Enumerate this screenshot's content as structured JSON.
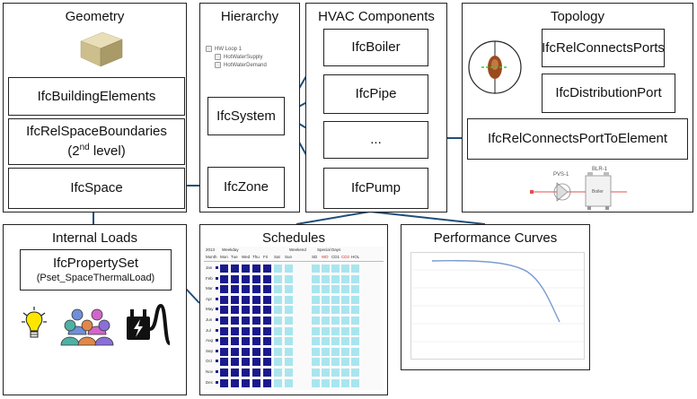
{
  "panels": {
    "geometry": {
      "title": "Geometry"
    },
    "hierarchy": {
      "title": "Hierarchy"
    },
    "hvac": {
      "title": "HVAC Components"
    },
    "topology": {
      "title": "Topology"
    },
    "internal_loads": {
      "title": "Internal Loads"
    },
    "schedules": {
      "title": "Schedules"
    },
    "performance": {
      "title": "Performance Curves"
    }
  },
  "geometry": {
    "building_elements": "IfcBuildingElements",
    "rel_space_boundaries_line1": "IfcRelSpaceBoundaries",
    "rel_space_boundaries_line2_pre": "(2",
    "rel_space_boundaries_sup": "nd",
    "rel_space_boundaries_line2_post": " level)",
    "space": "IfcSpace"
  },
  "hierarchy": {
    "tree_root": "HW Loop 1",
    "tree_child1": "HotWaterSupply",
    "tree_child2": "HotWaterDemand",
    "system": "IfcSystem",
    "zone": "IfcZone"
  },
  "hvac": {
    "boiler": "IfcBoiler",
    "pipe": "IfcPipe",
    "ellipsis": "...",
    "pump": "IfcPump"
  },
  "topology": {
    "rel_connects_ports": "IfcRelConnectsPorts",
    "distribution_port": "IfcDistributionPort",
    "rel_connects_port_to_element": "IfcRelConnectsPortToElement",
    "pvs_label": "PVS-1",
    "blr_label": "BLR-1",
    "boiler_small_label": "Boiler"
  },
  "internal_loads": {
    "property_set": "IfcPropertySet",
    "pset_name": "(Pset_SpaceThermalLoad)"
  },
  "schedules": {
    "year": "2013",
    "group_weekday": "Weekday",
    "group_weekend": "Weekend",
    "group_special": "Special Days",
    "col_month": "Month",
    "days": [
      "Mon",
      "Tue",
      "Wed",
      "Thu",
      "Fri",
      "Sat",
      "Sun"
    ],
    "special_cols": [
      "SD",
      "WD",
      "CD1",
      "CD2",
      "HOL"
    ],
    "months": [
      "Jan",
      "Feb",
      "Mar",
      "Apr",
      "May",
      "Jun",
      "Jul",
      "Aug",
      "Sep",
      "Oct",
      "Nov",
      "Dec"
    ]
  },
  "colors": {
    "accent_line": "#1f4e79",
    "schedule_blue": "#1a1a8c",
    "schedule_cyan": "#a9e5ef",
    "curve": "#7a9ccf"
  }
}
